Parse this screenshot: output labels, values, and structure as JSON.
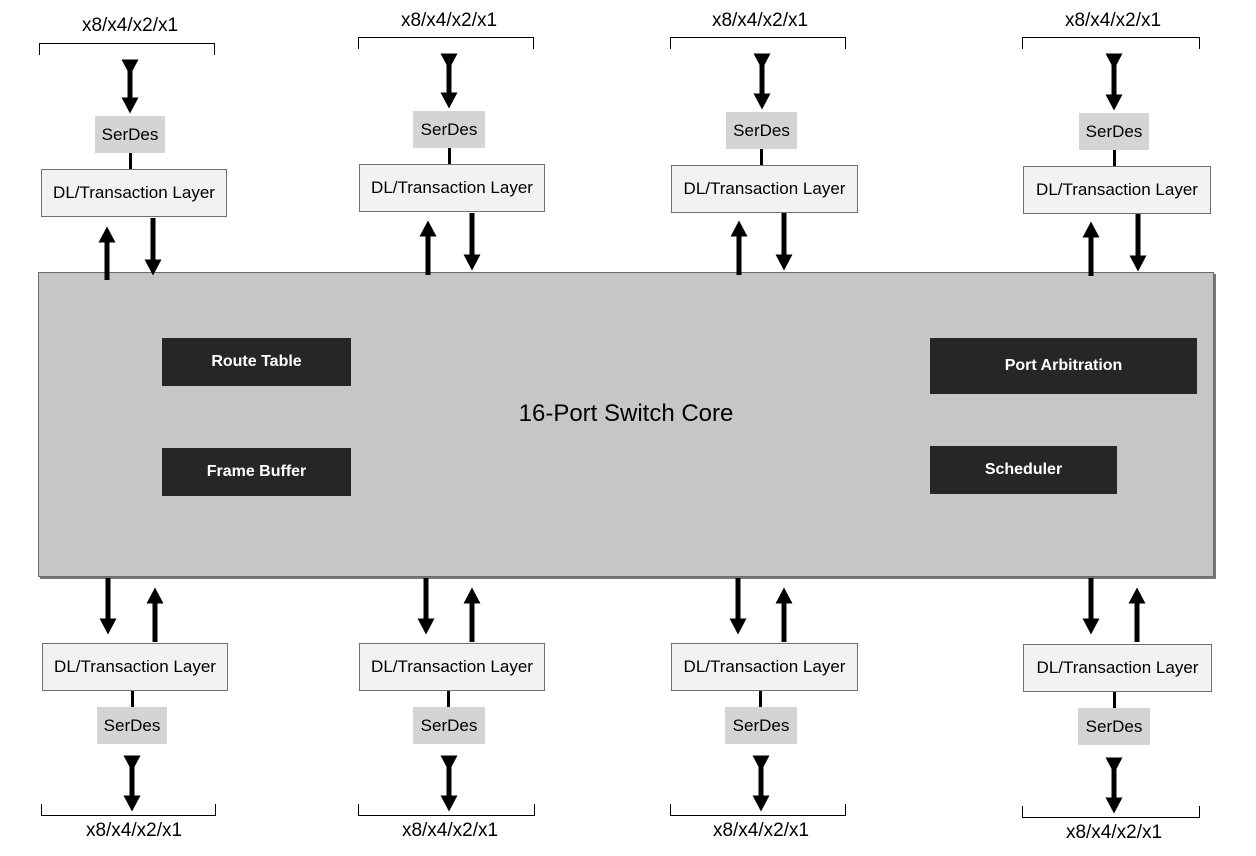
{
  "diagram": {
    "core_title": "16-Port Switch Core",
    "core_blocks": {
      "route_table": "Route Table",
      "frame_buffer": "Frame Buffer",
      "port_arbitration": "Port Arbitration",
      "scheduler": "Scheduler"
    },
    "ports": [
      {
        "side": "top",
        "width_label": "x8/x4/x2/x1",
        "serdes_label": "SerDes",
        "layer_label": "DL/Transaction Layer"
      },
      {
        "side": "top",
        "width_label": "x8/x4/x2/x1",
        "serdes_label": "SerDes",
        "layer_label": "DL/Transaction Layer"
      },
      {
        "side": "top",
        "width_label": "x8/x4/x2/x1",
        "serdes_label": "SerDes",
        "layer_label": "DL/Transaction Layer"
      },
      {
        "side": "top",
        "width_label": "x8/x4/x2/x1",
        "serdes_label": "SerDes",
        "layer_label": "DL/Transaction Layer"
      },
      {
        "side": "bottom",
        "width_label": "x8/x4/x2/x1",
        "serdes_label": "SerDes",
        "layer_label": "DL/Transaction Layer"
      },
      {
        "side": "bottom",
        "width_label": "x8/x4/x2/x1",
        "serdes_label": "SerDes",
        "layer_label": "DL/Transaction Layer"
      },
      {
        "side": "bottom",
        "width_label": "x8/x4/x2/x1",
        "serdes_label": "SerDes",
        "layer_label": "DL/Transaction Layer"
      },
      {
        "side": "bottom",
        "width_label": "x8/x4/x2/x1",
        "serdes_label": "SerDes",
        "layer_label": "DL/Transaction Layer"
      }
    ]
  }
}
